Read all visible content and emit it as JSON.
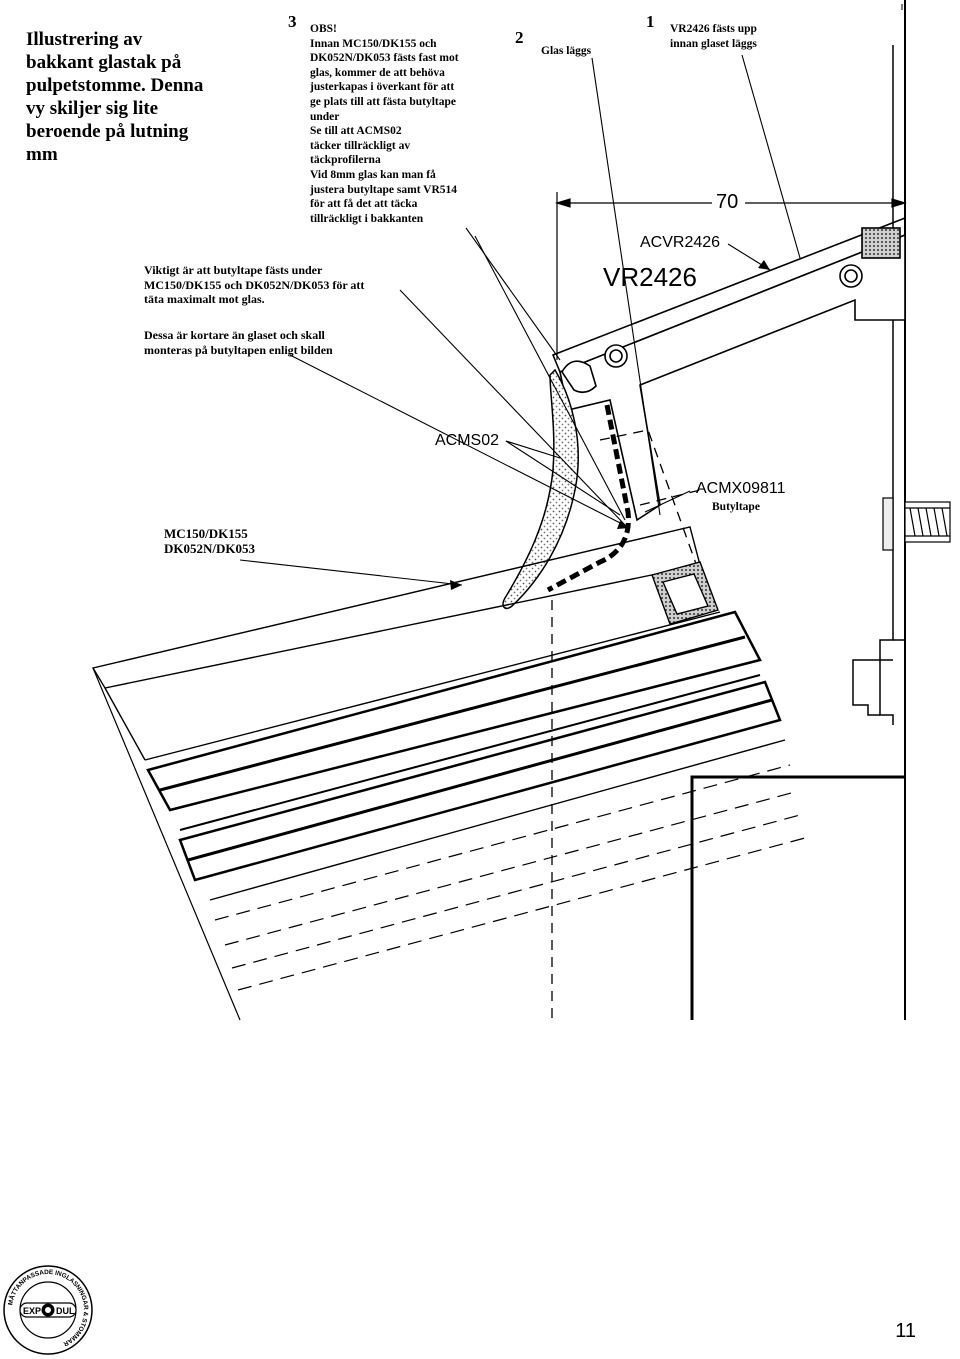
{
  "title": [
    "Illustrering av",
    "bakkant glastak på",
    "pulpetstomme. Denna",
    "vy skiljer sig lite",
    "beroende på lutning",
    "mm"
  ],
  "steps": {
    "step3": {
      "number": "3",
      "lines": [
        "OBS!",
        "Innan MC150/DK155 och",
        "DK052N/DK053 fästs fast mot",
        "glas, kommer de att behöva",
        "justerkapas i överkant för att",
        "ge plats till att fästa butyltape",
        "under",
        "Se till att ACMS02",
        "täcker tillräckligt av",
        "täckprofilerna",
        "Vid 8mm glas kan man få",
        "justera butyltape samt VR514",
        "för att få det att täcka",
        "tillräckligt i bakkanten"
      ]
    },
    "step2": {
      "number": "2",
      "text": "Glas läggs"
    },
    "step1": {
      "number": "1",
      "lines": [
        "VR2426 fästs upp",
        "innan glaset läggs"
      ]
    }
  },
  "notes": {
    "butyl": [
      "Viktigt är att butyltape fästs under",
      "MC150/DK155 och DK052N/DK053 för att",
      "täta maximalt mot glas."
    ],
    "shorter": [
      "Dessa är kortare än glaset och skall",
      "monteras på butyltapen enligt bilden"
    ]
  },
  "labels": {
    "dimension": "70",
    "acvr": "ACVR2426",
    "vr": "VR2426",
    "acms": "ACMS02",
    "acmx": "ACMX09811",
    "butyltape": "Butyltape",
    "profiles": [
      "MC150/DK155",
      "DK052N/DK053"
    ]
  },
  "logo": {
    "ring_text": "MÅTTANPASSADE INGLASNINGAR & STOMMAR",
    "left": "EXP",
    "right": "DUL"
  },
  "page_number": "11",
  "colors": {
    "ink": "#000000",
    "paper": "#ffffff",
    "fill": "#d9d9d9"
  }
}
